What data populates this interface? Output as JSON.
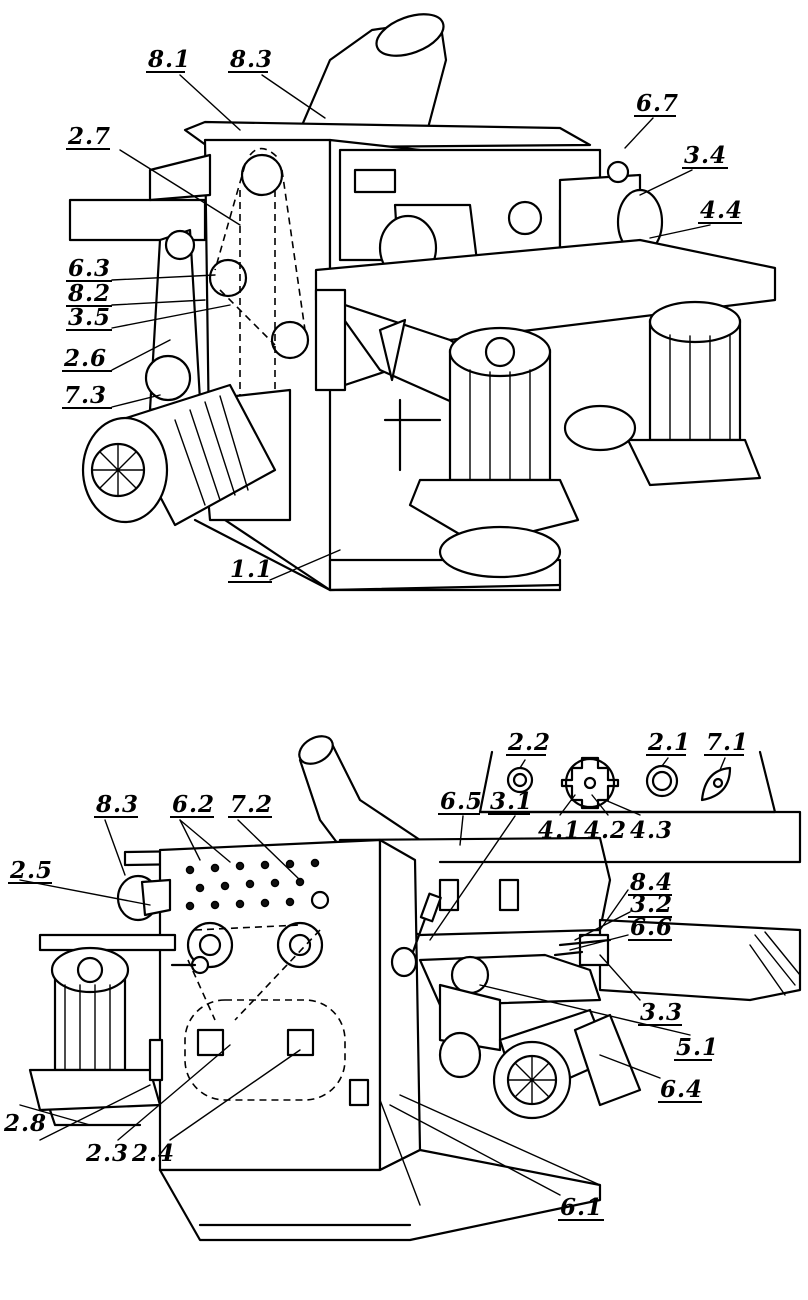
{
  "top_view": {
    "labels": [
      "8.1",
      "8.3",
      "2.7",
      "6.7",
      "3.4",
      "4.4",
      "6.3",
      "8.2",
      "3.5",
      "2.6",
      "7.3",
      "1.1"
    ]
  },
  "bottom_view": {
    "labels": [
      "8.3",
      "6.2",
      "7.2",
      "6.5",
      "3.1",
      "2.5",
      "8.4",
      "3.2",
      "6.6",
      "3.3",
      "5.1",
      "6.4",
      "6.1",
      "2.8",
      "2.3",
      "2.4"
    ]
  },
  "inset": {
    "labels": [
      "2.2",
      "2.1",
      "7.1",
      "4.1",
      "4.2",
      "4.3"
    ]
  }
}
